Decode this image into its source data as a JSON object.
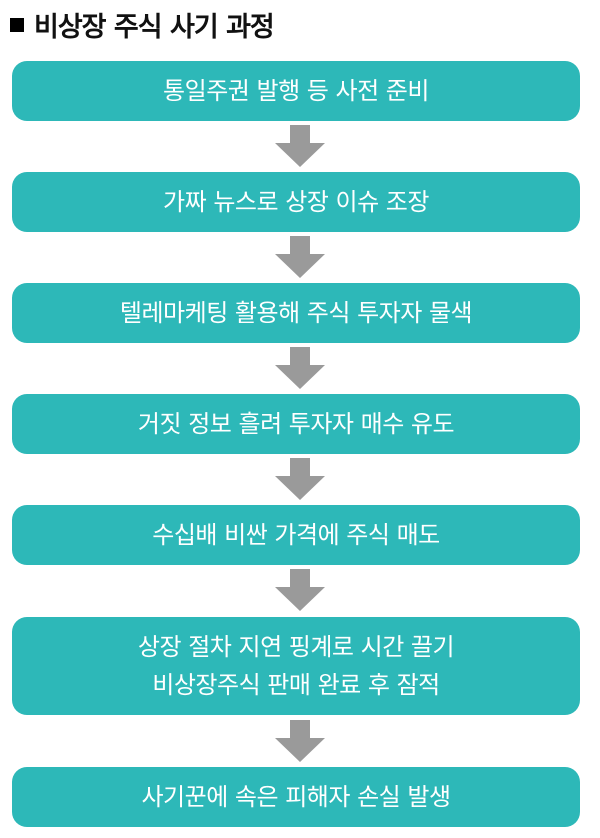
{
  "title": "비상장 주식 사기 과정",
  "steps": [
    {
      "lines": [
        "통일주권 발행 등 사전 준비"
      ]
    },
    {
      "lines": [
        "가짜 뉴스로 상장 이슈 조장"
      ]
    },
    {
      "lines": [
        "텔레마케팅 활용해 주식 투자자 물색"
      ]
    },
    {
      "lines": [
        "거짓 정보 흘려 투자자 매수 유도"
      ]
    },
    {
      "lines": [
        "수십배 비싼 가격에 주식 매도"
      ]
    },
    {
      "lines": [
        "상장 절차 지연 핑계로 시간 끌기",
        "비상장주식 판매 완료 후 잠적"
      ]
    },
    {
      "lines": [
        "사기꾼에 속은 피해자 손실 발생"
      ]
    }
  ],
  "colors": {
    "box": "#2db8b8",
    "arrow": "#9a9a9a",
    "text": "#ffffff"
  }
}
